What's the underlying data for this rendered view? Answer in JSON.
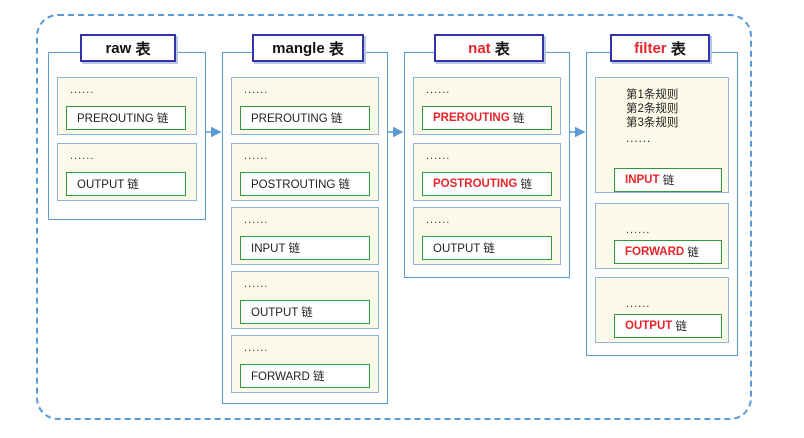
{
  "tables": {
    "raw": {
      "title_prefix": "raw",
      "title_suffix": "表",
      "chains": [
        {
          "dots": "......",
          "label": "PREROUTING 链"
        },
        {
          "dots": "......",
          "label": "OUTPUT 链"
        }
      ]
    },
    "mangle": {
      "title_prefix": "mangle",
      "title_suffix": "表",
      "chains": [
        {
          "dots": "......",
          "label": "PREROUTING 链"
        },
        {
          "dots": "......",
          "label": "POSTROUTING 链"
        },
        {
          "dots": "......",
          "label": "INPUT 链"
        },
        {
          "dots": "......",
          "label": "OUTPUT 链"
        },
        {
          "dots": "......",
          "label": "FORWARD 链"
        }
      ]
    },
    "nat": {
      "title_prefix": "nat",
      "title_suffix": "表",
      "chains": [
        {
          "dots": "......",
          "label_main": "PREROUTING",
          "label_suffix": "链"
        },
        {
          "dots": "......",
          "label_main": "POSTROUTING",
          "label_suffix": "链"
        },
        {
          "dots": "......",
          "label": "OUTPUT 链"
        }
      ]
    },
    "filter": {
      "title_prefix": "filter",
      "title_suffix": "表",
      "rules": [
        "第1条规则",
        "第2条规则",
        "第3条规则"
      ],
      "chains": [
        {
          "dots": "......",
          "label_main": "INPUT",
          "label_suffix": "链"
        },
        {
          "dots": "......",
          "label_main": "FORWARD",
          "label_suffix": "链"
        },
        {
          "dots": "......",
          "label_main": "OUTPUT",
          "label_suffix": "链"
        }
      ]
    }
  },
  "colors": {
    "border_blue": "#5b9bd5",
    "title_border": "#3333aa",
    "chain_fill": "#fcfae8",
    "label_green": "#2f9a3a",
    "highlight_red": "#e8262a"
  }
}
